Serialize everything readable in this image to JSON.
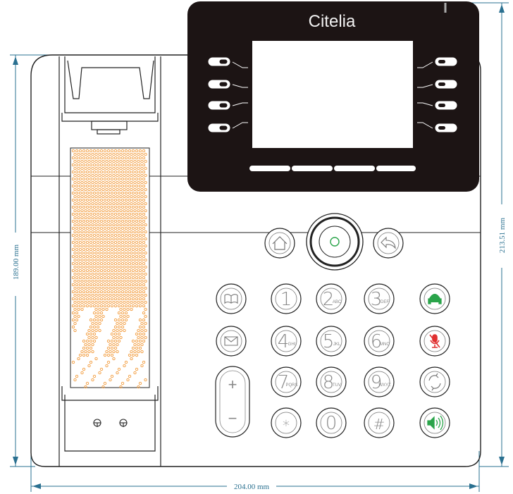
{
  "brand": "Citelia",
  "dimensions": {
    "width_label": "204.00 mm",
    "height_left_label": "189.00 mm",
    "height_right_label": "213.51 mm"
  },
  "keypad": [
    {
      "key": "1",
      "letters": ""
    },
    {
      "key": "2",
      "letters": "ABC"
    },
    {
      "key": "3",
      "letters": "DEF"
    },
    {
      "key": "4",
      "letters": "GHI"
    },
    {
      "key": "5",
      "letters": "JKL"
    },
    {
      "key": "6",
      "letters": "MNO"
    },
    {
      "key": "7",
      "letters": "PQRS"
    },
    {
      "key": "8",
      "letters": "TUV"
    },
    {
      "key": "9",
      "letters": "WXYZ"
    },
    {
      "key": "*",
      "letters": ""
    },
    {
      "key": "0",
      "letters": ""
    },
    {
      "key": "#",
      "letters": ""
    }
  ],
  "volume": {
    "plus": "+",
    "minus": "−"
  },
  "function_keys_left": [
    "book-icon",
    "envelope-icon"
  ],
  "function_keys_right": [
    "headset-icon",
    "mute-icon",
    "transfer-icon",
    "speaker-icon"
  ],
  "nav": [
    "home-icon",
    "ok-icon",
    "back-icon"
  ],
  "colors": {
    "screen_bezel": "#1c1414",
    "speaker_dots": "#f29a3a",
    "headset": "#2aa44a",
    "mute": "#e03030",
    "speaker": "#2aa44a",
    "dimension": "#2a7090"
  }
}
